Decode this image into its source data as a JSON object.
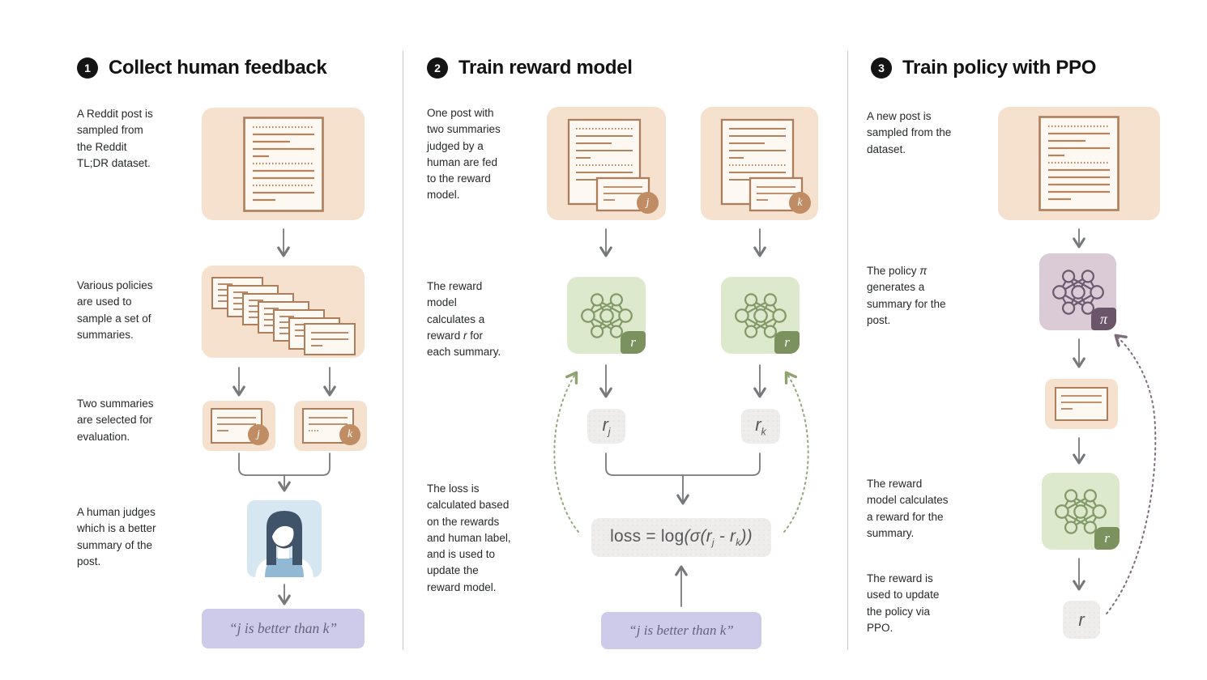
{
  "figure": {
    "description_labels_only": "RLHF fine-tuning diagram with three numbered stages"
  },
  "col1": {
    "badge_num": "1",
    "title": "Collect human feedback",
    "step1": "A Reddit post is\nsampled from\nthe Reddit\nTL;DR dataset.",
    "step2": "Various policies\nare used to\nsample a set of\nsummaries.",
    "step3": "Two summaries\nare selected for\nevaluation.",
    "step4": "A human judges\nwhich is a better\nsummary of the\npost.",
    "summary_j_label": "j",
    "summary_k_label": "k",
    "human_quote": "“j is better than k”"
  },
  "col2": {
    "badge_num": "2",
    "title": "Train reward model",
    "step1": "One post with\ntwo summaries\njudged by a\nhuman are fed\nto the reward\nmodel.",
    "step2_pre": "The reward\nmodel\ncalculates a\nreward ",
    "step2_var": "r",
    "step2_post": " for\neach summary.",
    "step3": "The loss is\ncalculated based\non the rewards\nand human label,\nand is used to\nupdate the\nreward model.",
    "post_j_label": "j",
    "post_k_label": "k",
    "reward_badge": "r",
    "rj_base": "r",
    "rj_sub": "j",
    "rk_base": "r",
    "rk_sub": "k",
    "loss_t1": "loss = log",
    "loss_t2": "(σ(r",
    "loss_t3": "j",
    "loss_t4": " - r",
    "loss_t5": "k",
    "loss_t6": "))",
    "human_quote": "“j is better than k”"
  },
  "col3": {
    "badge_num": "3",
    "title": "Train policy with PPO",
    "step1": "A new post is\nsampled from the\ndataset.",
    "step2_pre": "The policy ",
    "step2_var": "π",
    "step2_post": "\ngenerates a\nsummary for the\npost.",
    "step3": "The reward\nmodel calculates\na reward for the\nsummary.",
    "step4": "The reward is\nused to update\nthe policy via\nPPO.",
    "policy_badge": "π",
    "reward_badge": "r",
    "reward_value": "r"
  },
  "icons": {
    "post": "document-icon",
    "summaries_stack": "stacked-summaries-icon",
    "summary": "summary-card-icon",
    "post_with_summary": "document-with-summary-icon",
    "human_judge": "human-judge-icon",
    "reward_model": "neural-network-icon",
    "policy_model": "neural-network-icon",
    "flow": "arrow-down-icon"
  },
  "colors": {
    "post_bg": "#f6e1cf",
    "doc_stroke": "#ad7e5c",
    "doc_fill": "#fdf8f1",
    "badge_circle": "#c08c63",
    "reward_bg": "#dde9cd",
    "reward_stroke": "#83996a",
    "reward_badge_bg": "#7b925f",
    "policy_bg": "#dacbd7",
    "policy_stroke": "#6c5a6e",
    "policy_badge_bg": "#6b5669",
    "human_bg": "#d6e7f2",
    "human_hair": "#3f5468",
    "human_shirt": "#92b9d4",
    "quote_bg": "#cecbea",
    "quote_text": "#63637e",
    "value_bg": "#eeedec",
    "value_text": "#58595b",
    "arrow": "#77787a",
    "dashed_green": "#96a87b",
    "dashed_purple": "#7d6d7b",
    "divider": "#c9c9c9"
  }
}
